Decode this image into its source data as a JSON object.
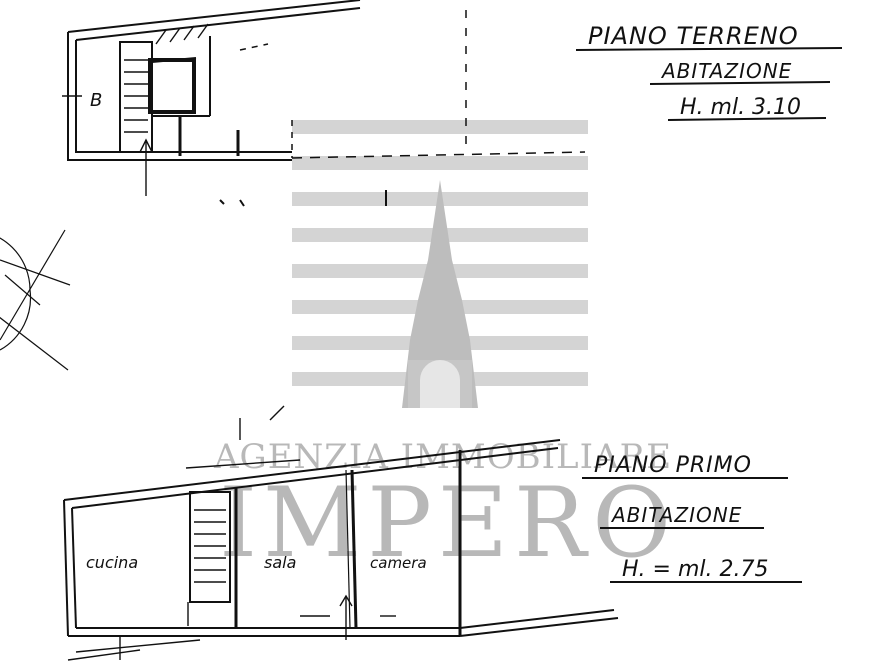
{
  "ground_floor": {
    "title": "PIANO TERRENO",
    "use": "ABITAZIONE",
    "height": "H. ml. 3.10",
    "room_label": "B"
  },
  "first_floor": {
    "title": "PIANO PRIMO",
    "use": "ABITAZIONE",
    "height": "H. = ml. 2.75",
    "rooms": [
      "cucina",
      "sala",
      "camera"
    ]
  },
  "watermark": {
    "agency_line": "AGENZIA IMMOBILIARE",
    "brand": "IMPERO"
  },
  "colors": {
    "ink": "#111111",
    "watermark": "#c8c8c8"
  }
}
